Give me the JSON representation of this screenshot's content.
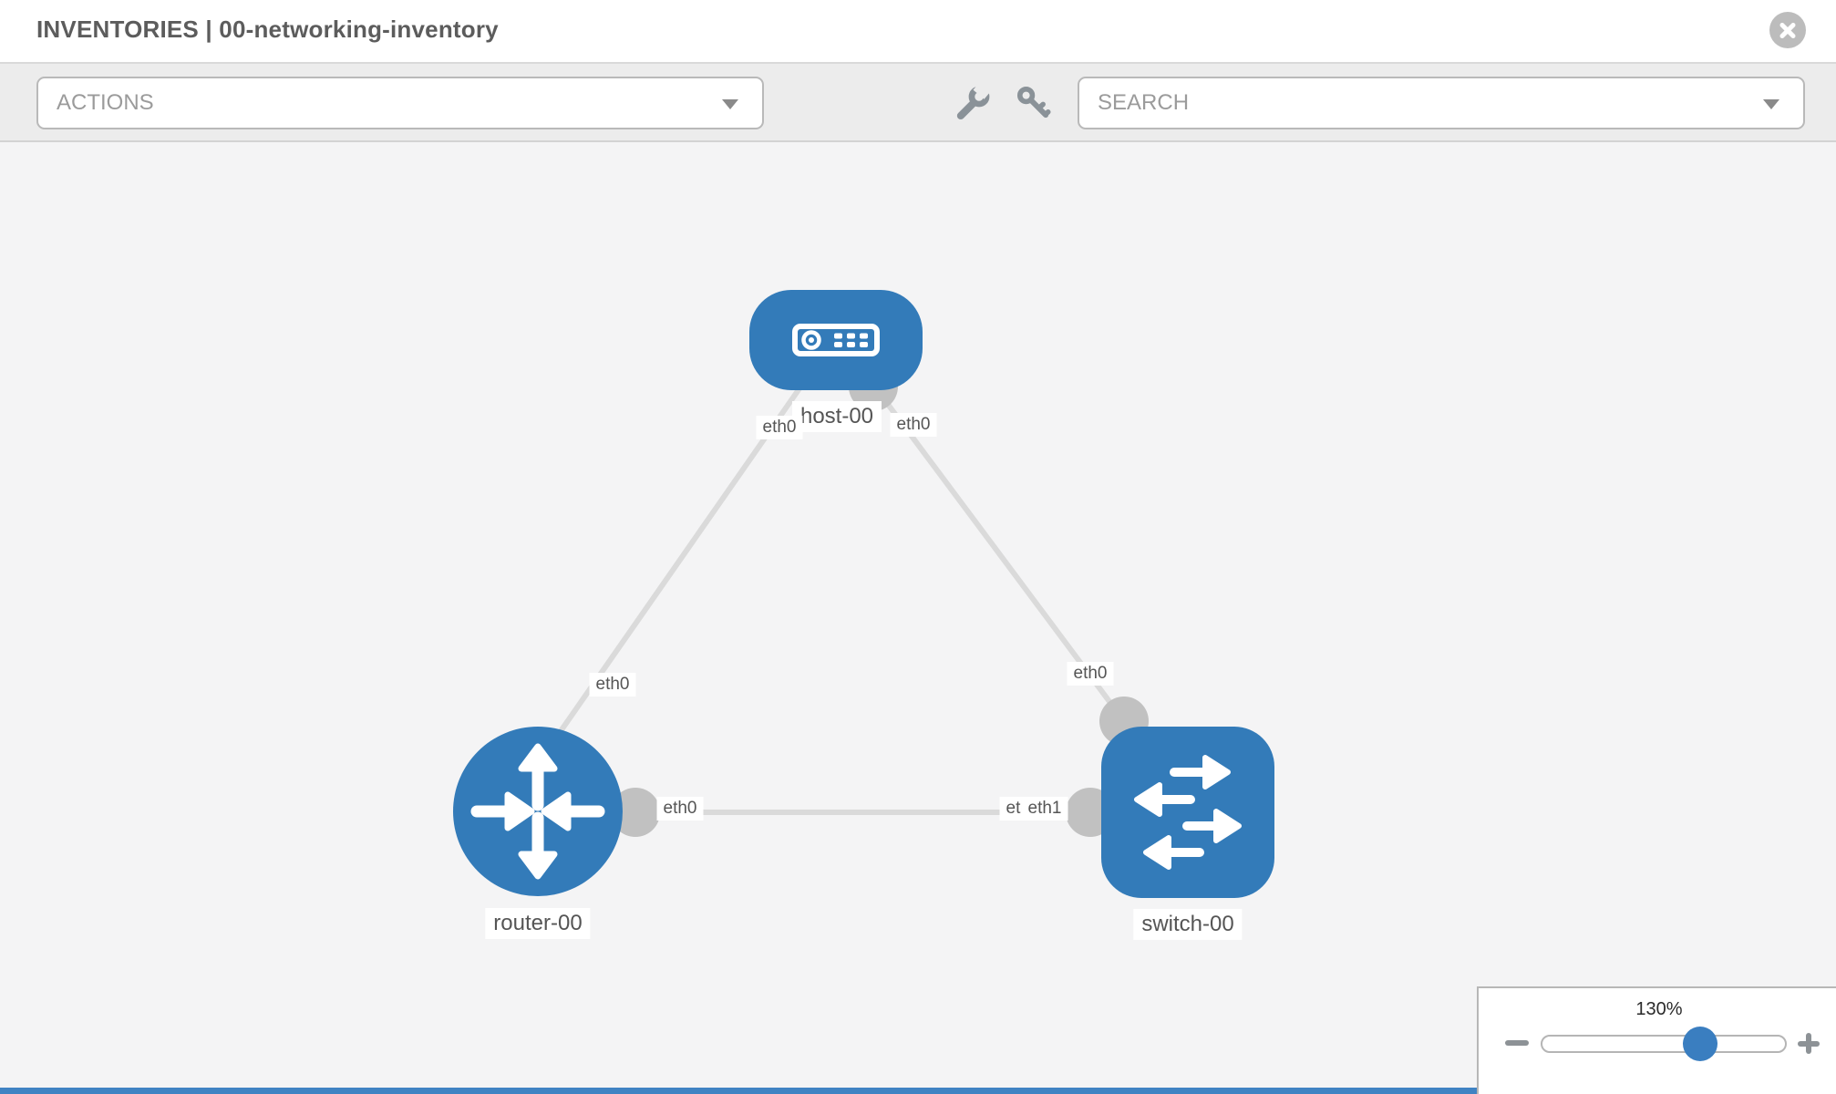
{
  "header": {
    "title": "INVENTORIES | 00-networking-inventory",
    "close_icon": "circle-x-icon"
  },
  "toolbar": {
    "actions_label": "ACTIONS",
    "search_placeholder": "SEARCH",
    "icons": [
      "wrench-icon",
      "key-icon"
    ]
  },
  "canvas": {
    "nodes": [
      {
        "name": "host-00",
        "type": "host"
      },
      {
        "name": "router-00",
        "type": "router"
      },
      {
        "name": "switch-00",
        "type": "switch"
      }
    ],
    "links": [
      {
        "source": "host-00",
        "target": "router-00",
        "source_interface": "eth0",
        "target_interface": "eth0"
      },
      {
        "source": "host-00",
        "target": "switch-00",
        "source_interface": "eth0",
        "target_interface": "eth0"
      },
      {
        "source": "router-00",
        "target": "switch-00",
        "source_interface": "eth0",
        "target_interface": "eth1"
      }
    ]
  },
  "zoom_control": {
    "zoom_label": "130%",
    "slider_position_percent": 65
  },
  "colors": {
    "node_fill": "#337bb9",
    "link": "#dadada",
    "interface_stub": "#c1c1c1",
    "slider_thumb": "#3a7ec0",
    "canvas_bg": "#f4f4f5"
  }
}
